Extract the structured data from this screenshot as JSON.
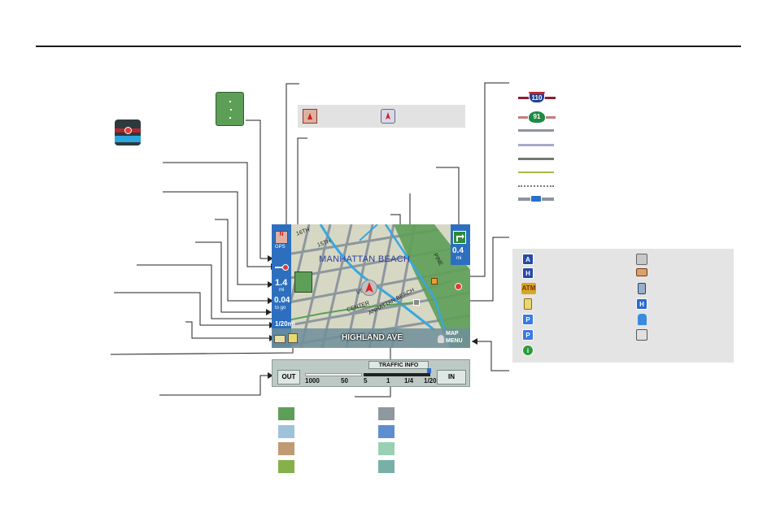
{
  "map": {
    "city_label": "MANHATTAN BEACH",
    "street_name": "HIGHLAND AVE",
    "street_labels": {
      "beach_road": "ANHATTAN BEACH",
      "center": "CENTER",
      "vista": "VISTA",
      "st15": "15TH",
      "st16": "16TH",
      "pine": "PINE"
    },
    "distance_to_turn": "0.4",
    "distance_to_turn_unit": "mi",
    "distance_next": "1.4",
    "distance_next_unit": "mi",
    "distance_remaining": "0.04",
    "distance_remaining_unit": "to go",
    "scale": "1/20mi",
    "map_menu_line1": "MAP",
    "map_menu_line2": "MENU",
    "north_label": "N",
    "heading_label": "GPS"
  },
  "traffic_bar": {
    "title": "TRAFFIC INFO",
    "out_label": "OUT",
    "in_label": "IN",
    "scale_values": [
      "1000",
      "50",
      "5",
      "1",
      "1/4",
      "1/20"
    ]
  },
  "shields": {
    "interstate": "110",
    "state": "91"
  },
  "poi_icons": [
    "acura-dealer-icon",
    "honda-dealer-icon",
    "atm-icon",
    "gas-pump-icon",
    "parking-lot-icon",
    "parking-garage-icon",
    "information-icon",
    "restaurant-icon",
    "lodging-icon",
    "fuel-station-icon",
    "hospital-icon",
    "bus-icon",
    "rest-area-icon"
  ],
  "colors": {
    "map_ground": "#d6d8c4",
    "road_grey": "#9aa3ad",
    "water_blue": "#38a7e0",
    "park_green": "#5e9f58",
    "panel_blue": "#2d6fbf",
    "route_red": "#b3262e"
  },
  "swatches_left": [
    "#5e9f58",
    "#9fc2dc",
    "#c09a72",
    "#85b04a"
  ],
  "swatches_right": [
    "#8e989e",
    "#5f8ed0",
    "#98d0b4",
    "#78b0a8"
  ]
}
